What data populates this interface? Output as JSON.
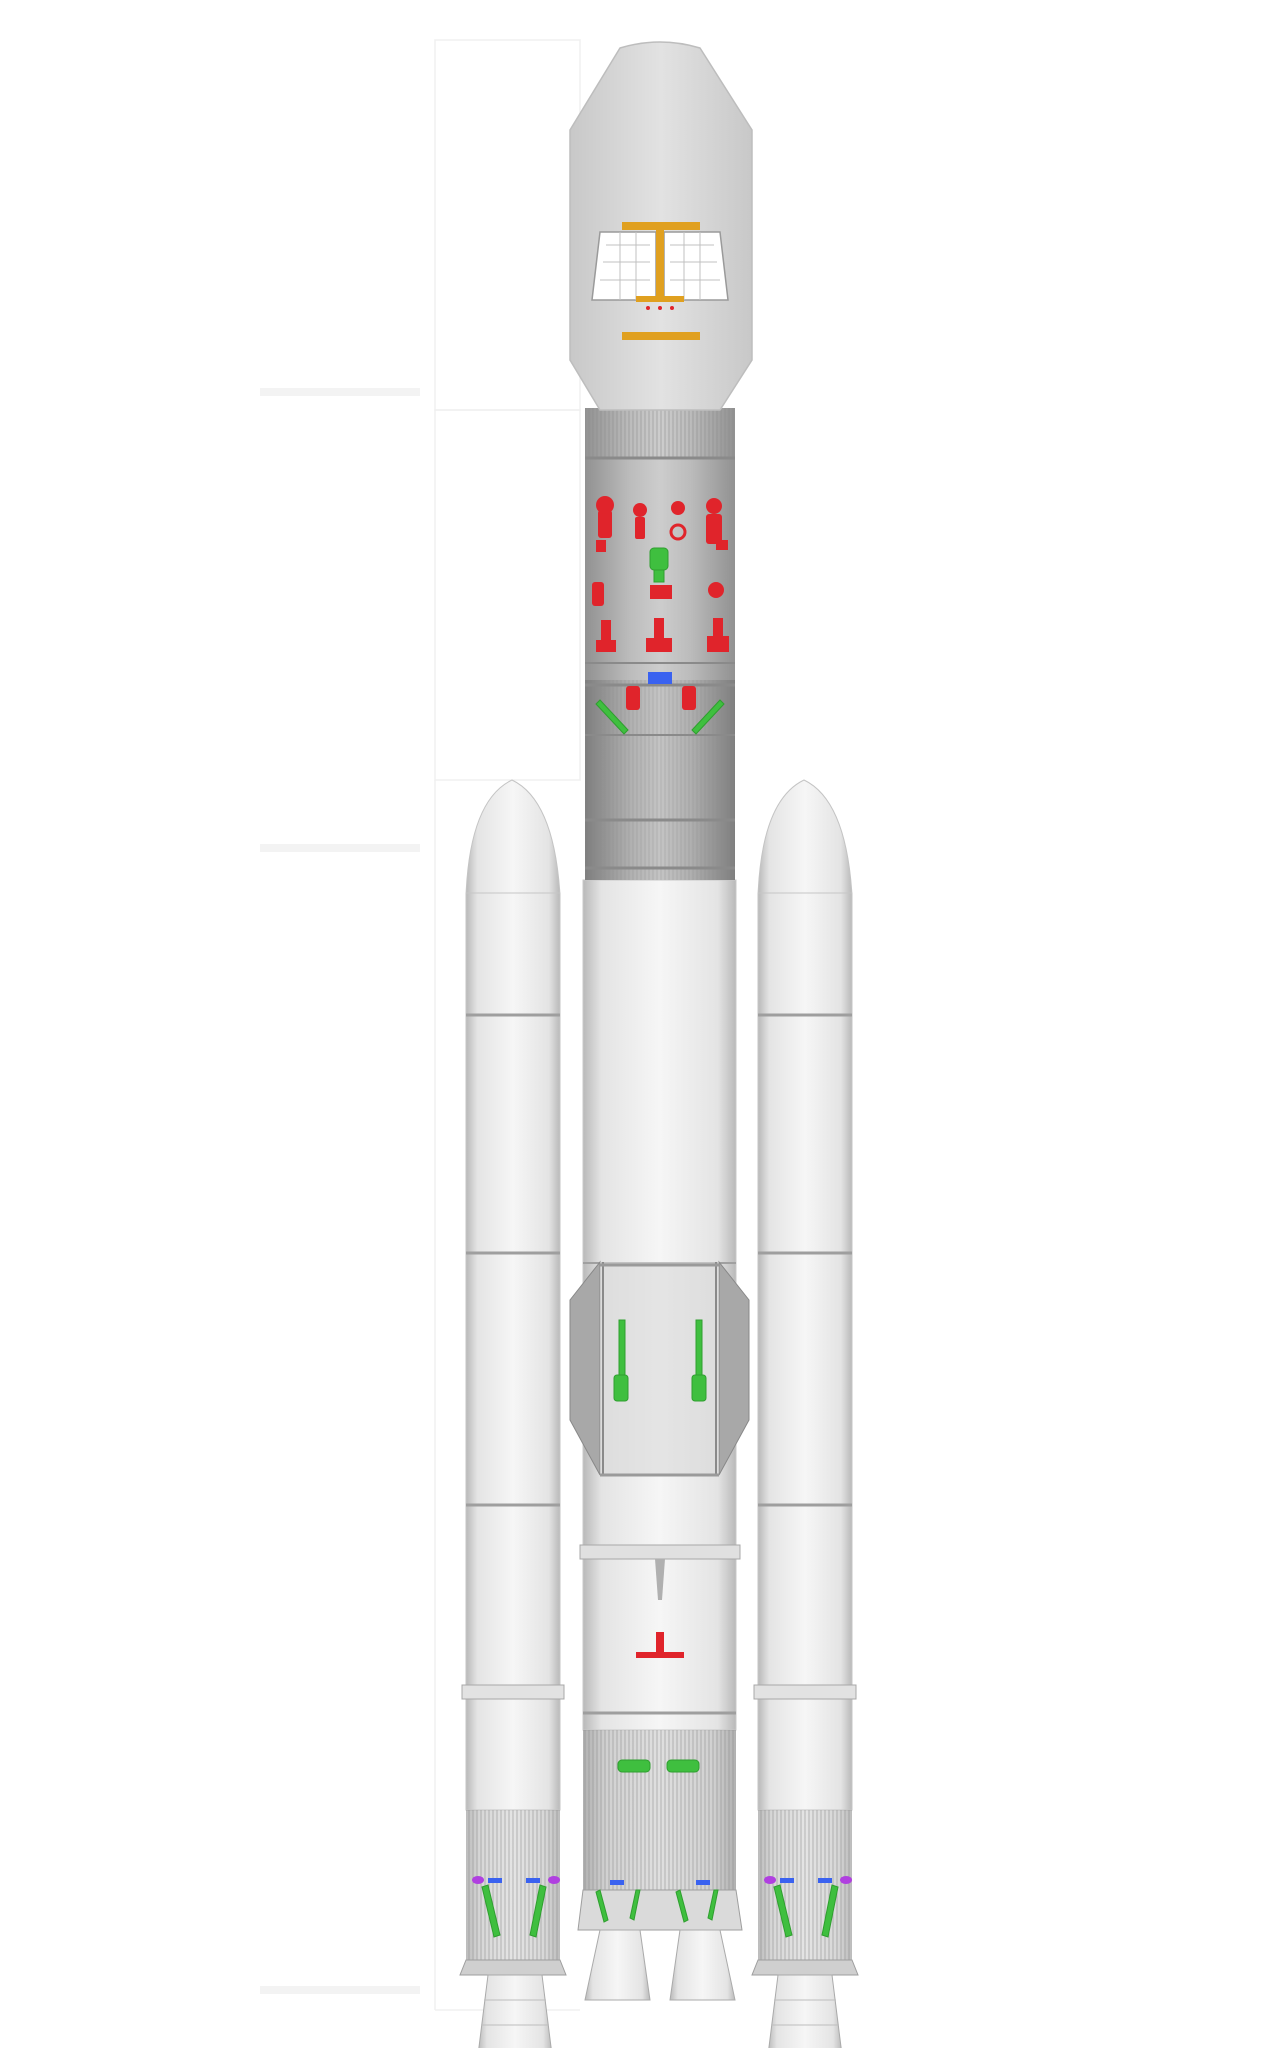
{
  "diagram": {
    "subject": "launch-vehicle-xray-cutaway",
    "parts": [
      {
        "id": "payload-fairing",
        "icon": "fairing-icon"
      },
      {
        "id": "satellite-payload",
        "icon": "satellite-icon"
      },
      {
        "id": "upper-stage",
        "icon": "upper-stage-icon"
      },
      {
        "id": "interstage",
        "icon": "interstage-icon"
      },
      {
        "id": "core-stage",
        "icon": "core-stage-icon"
      },
      {
        "id": "booster-left",
        "icon": "booster-icon"
      },
      {
        "id": "booster-right",
        "icon": "booster-icon"
      },
      {
        "id": "core-engine",
        "icon": "engine-nozzle-icon"
      },
      {
        "id": "booster-nozzle-left",
        "icon": "engine-nozzle-icon"
      },
      {
        "id": "booster-nozzle-right",
        "icon": "engine-nozzle-icon"
      }
    ],
    "colors": {
      "background": "#ffffff",
      "body_light": "#f0f0f0",
      "body_mid": "#d4d4d4",
      "body_dark": "#9e9e9e",
      "edge": "#8e8e8e",
      "fairing": "#dedede",
      "satellite_frame": "#e0a020",
      "solar_panel": "#ffffff",
      "component_red": "#e0242b",
      "component_green": "#3fbf3f",
      "component_blue": "#3a62f0",
      "component_violet": "#b040e0"
    }
  }
}
